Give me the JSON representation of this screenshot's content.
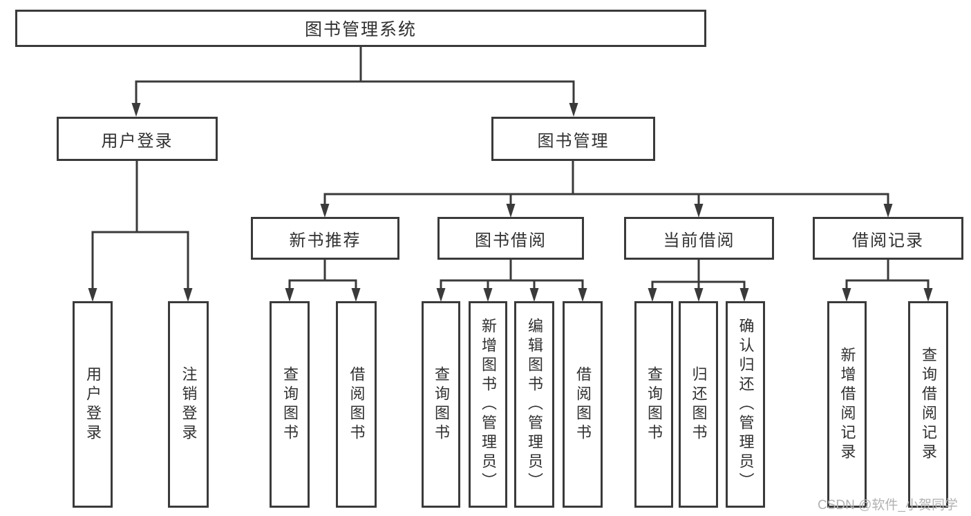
{
  "diagram_title": "图书管理系统",
  "colors": {
    "line": "#3a3a3a",
    "text": "#303030",
    "background": "#ffffff",
    "watermark": "#b2b2b2"
  },
  "tree": {
    "root": "图书管理系统",
    "branches": [
      {
        "label": "用户登录",
        "children": [
          "用户登录",
          "注销登录"
        ]
      },
      {
        "label": "图书管理",
        "groups": [
          {
            "label": "新书推荐",
            "children": [
              "查询图书",
              "借阅图书"
            ]
          },
          {
            "label": "图书借阅",
            "children": [
              "查询图书",
              "新增图书（管理员）",
              "编辑图书（管理员）",
              "借阅图书"
            ]
          },
          {
            "label": "当前借阅",
            "children": [
              "查询图书",
              "归还图书",
              "确认归还（管理员）"
            ]
          },
          {
            "label": "借阅记录",
            "children": [
              "新增借阅记录",
              "查询借阅记录"
            ]
          }
        ]
      }
    ]
  },
  "watermark": "CSDN @软件_小贺同学"
}
